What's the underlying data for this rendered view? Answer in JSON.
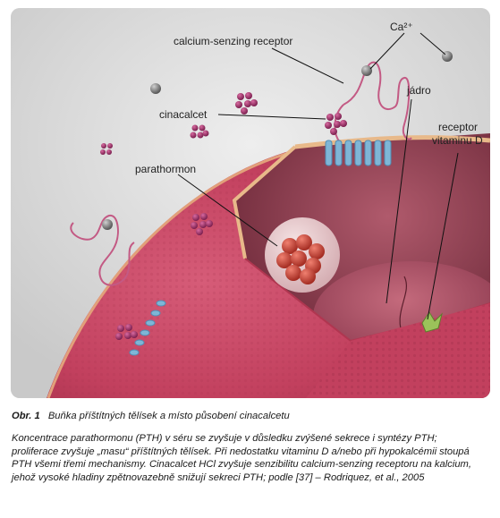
{
  "labels": {
    "ca": "Ca²⁺",
    "receptor_casr": "calcium-senzing receptor",
    "nucleus": "jádro",
    "cinacalcet": "cinacalcet",
    "receptor_vdr_1": "receptor",
    "receptor_vdr_2": "vitaminu D",
    "pth": "parathormon"
  },
  "caption": {
    "label": "Obr. 1",
    "title": "Buňka příštítných tělísek a místo působení cinacalcetu",
    "body": "Koncentrace parathormonu (PTH) v séru se zvyšuje v důsledku zvýšené sekrece i syntézy PTH; proliferace zvyšuje „masu“ příštítných tělísek. Při nedostatku vitaminu D a/nebo při hypokalcémii stoupá PTH všemi třemi mechanismy. Cinacalcet HCl zvyšuje senzibilitu calcium-senzing receptoru na kalcium, jehož vysoké hladiny zpětnovazebně snižují sekreci PTH; podle [37] – Rodriquez, et al., 2005"
  },
  "colors": {
    "background": "#dcdcdc",
    "cell": "#c2405e",
    "cytoplasm": "#8a3c4c",
    "nucleus": "#a34a5c",
    "membrane_rim": "#e8b98a",
    "receptor": "#7fb6d6",
    "calcium": "#8a8a8a",
    "cinacalcet": "#a03469",
    "vesicle": "#f0d8d8",
    "pth_granule": "#d14e3e",
    "vdr": "#9bc25a"
  }
}
